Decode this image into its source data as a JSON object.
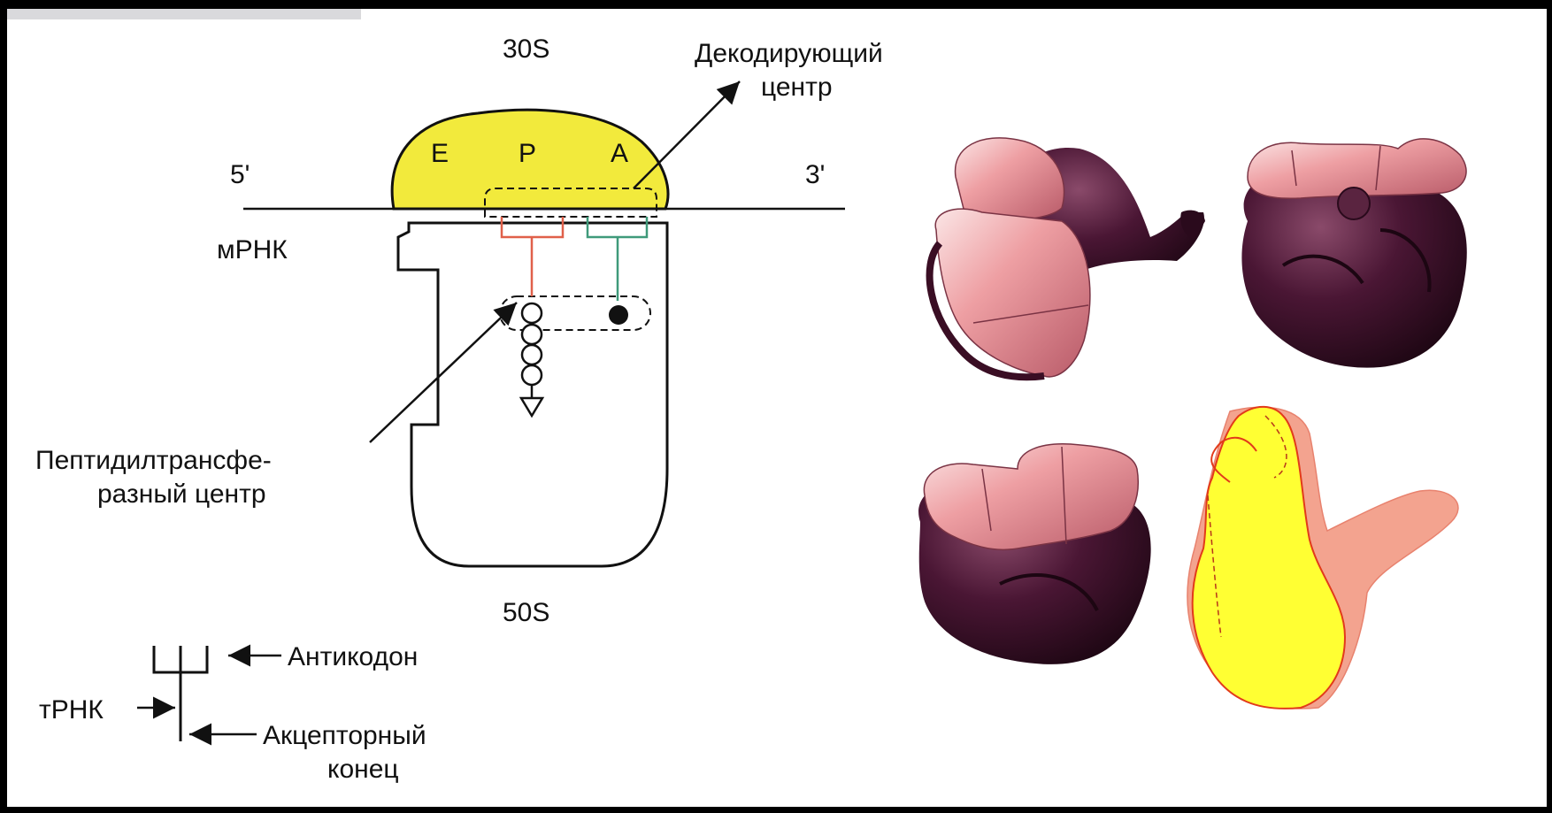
{
  "labels": {
    "small_subunit": "30S",
    "large_subunit": "50S",
    "site_e": "E",
    "site_p": "P",
    "site_a": "A",
    "five_prime": "5'",
    "three_prime": "3'",
    "mrna": "мРНК",
    "decoding_center_line1": "Декодирующий",
    "decoding_center_line2": "центр",
    "ptc_line1": "Пептидилтрансфе-",
    "ptc_line2": "разный центр",
    "anticodon": "Антикодон",
    "trna": "тРНК",
    "acceptor_line1": "Акцепторный",
    "acceptor_line2": "конец"
  },
  "colors": {
    "small_subunit_fill": "#f2ea3c",
    "p_site_trna": "#e0604a",
    "a_site_trna": "#3f9a7a",
    "outline_subunit_fill": "#ffff33",
    "outline_subunit_back": "#f3a38f",
    "outline_subunit_stroke": "#e23a1a",
    "model_dark_protein": "#3b1229",
    "model_light_protein": "#ea9ca0",
    "background": "#000000",
    "panel": "#ffffff"
  },
  "ribosome_models": [
    "ribosome-model-view-1",
    "ribosome-model-view-2",
    "ribosome-model-view-3"
  ]
}
